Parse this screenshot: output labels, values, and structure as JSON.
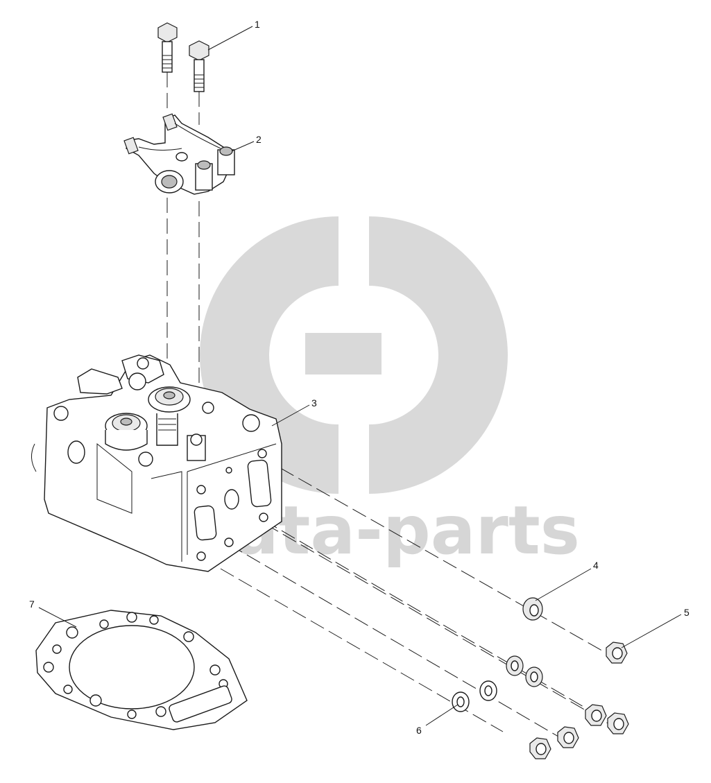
{
  "watermark": {
    "text": "data-parts",
    "color": "#d6d6d6"
  },
  "callouts": [
    {
      "id": "1",
      "label": "1"
    },
    {
      "id": "2",
      "label": "2"
    },
    {
      "id": "3",
      "label": "3"
    },
    {
      "id": "4",
      "label": "4"
    },
    {
      "id": "5",
      "label": "5"
    },
    {
      "id": "6",
      "label": "6"
    },
    {
      "id": "7",
      "label": "7"
    }
  ],
  "colors": {
    "line": "#1a1a1a",
    "background": "#ffffff"
  }
}
